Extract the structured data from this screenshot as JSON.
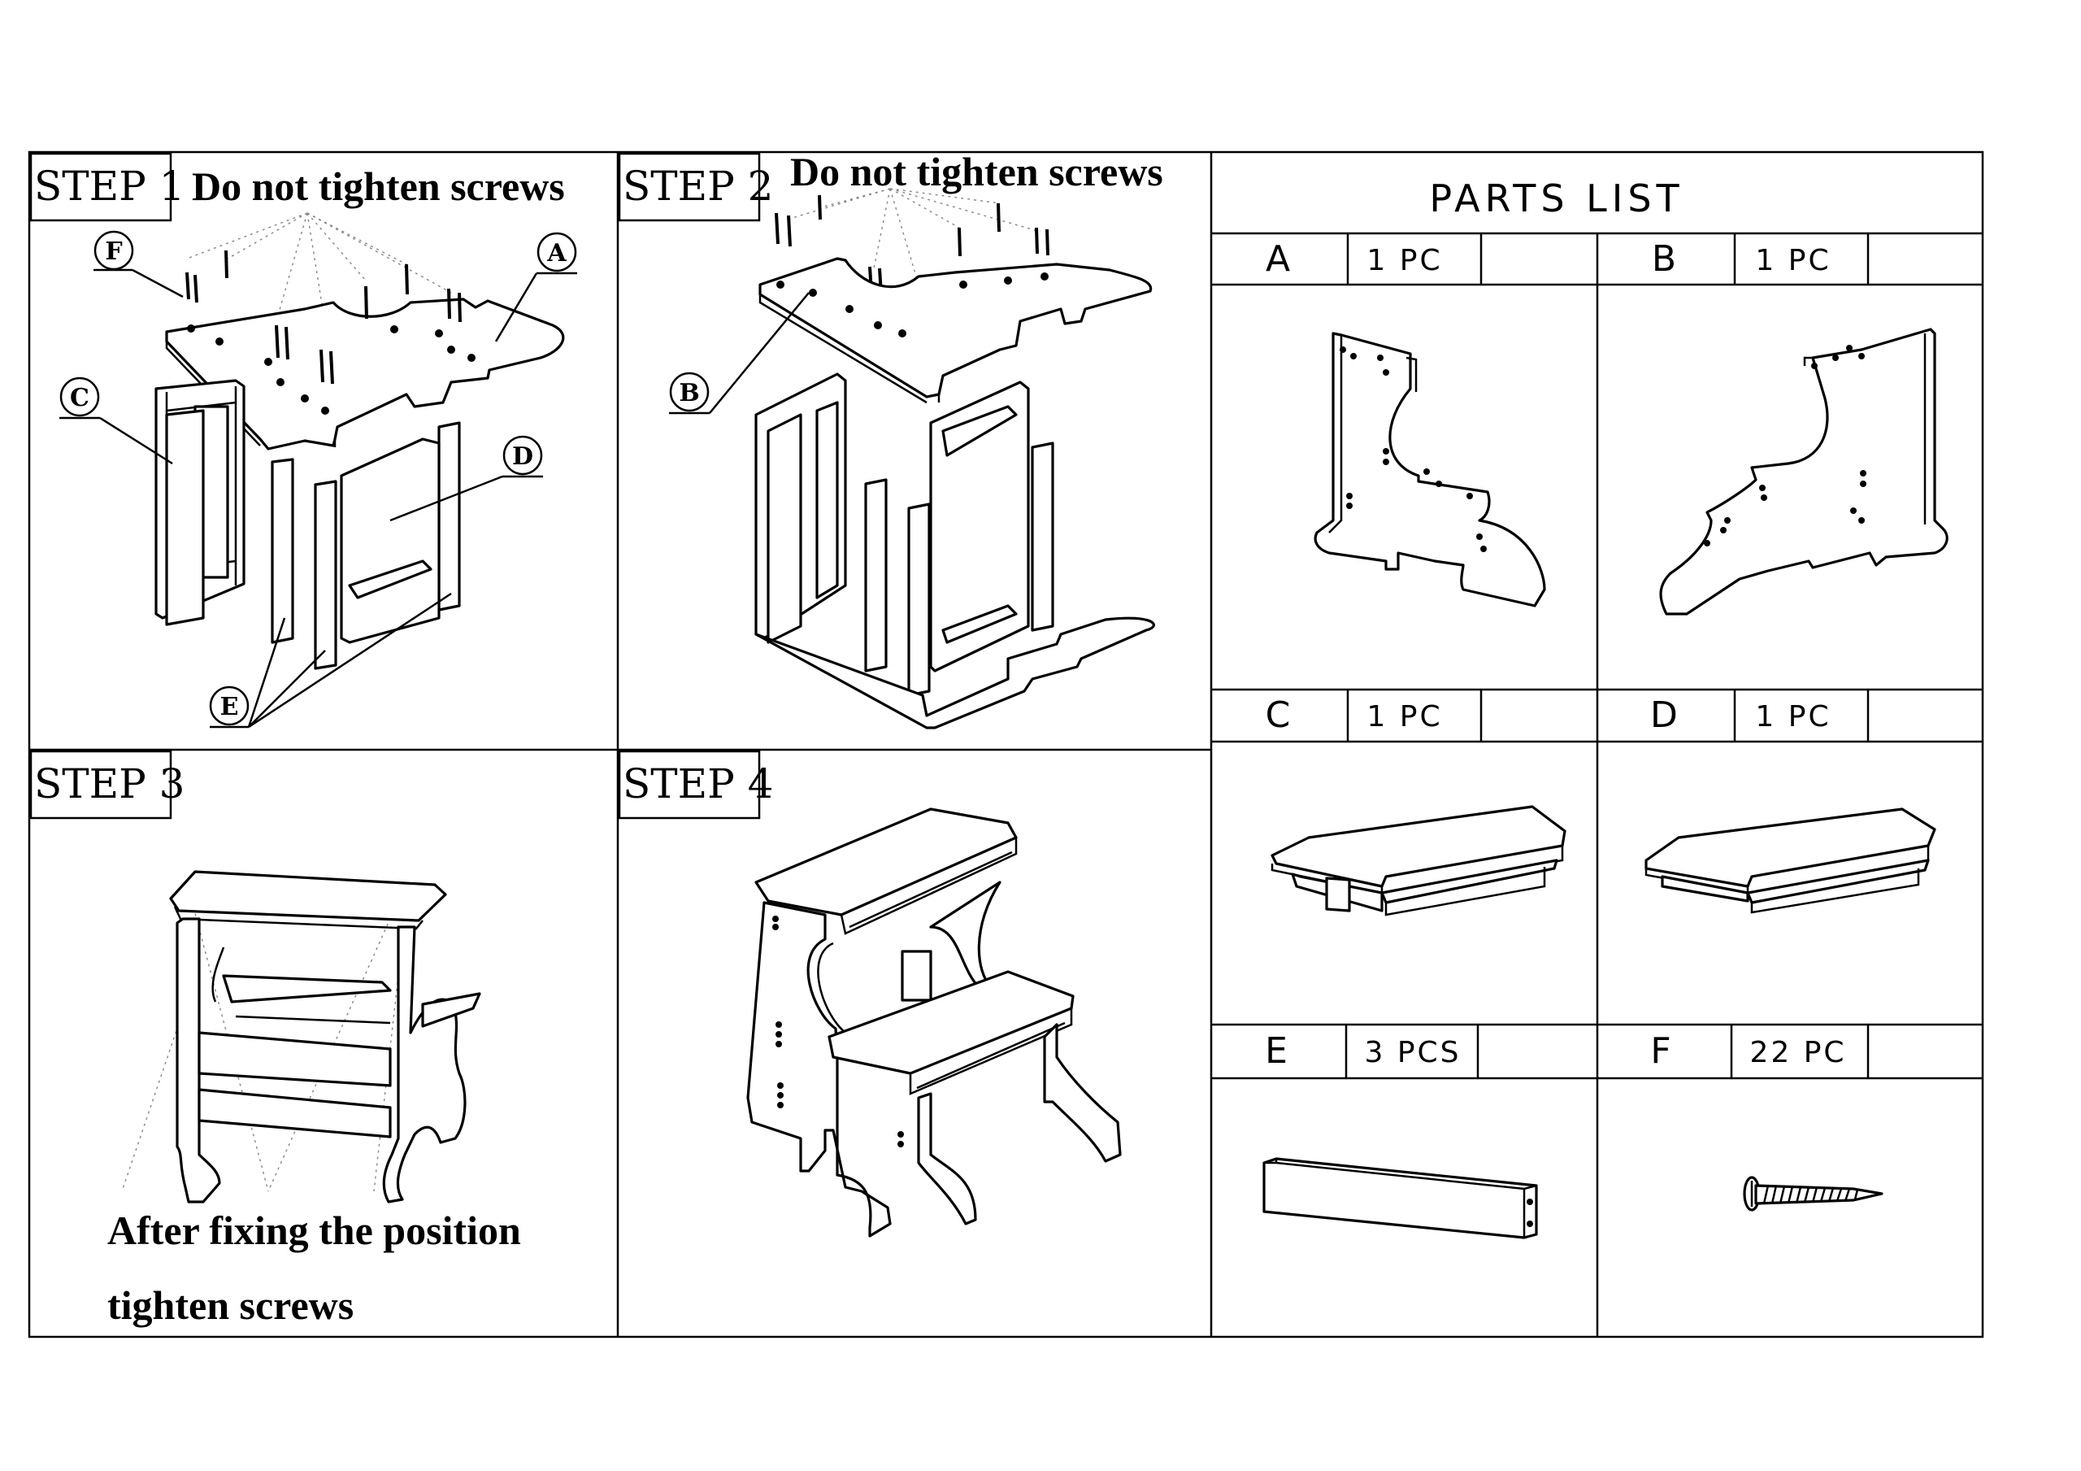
{
  "steps": [
    {
      "label": "STEP 1",
      "note": "Do not tighten screws"
    },
    {
      "label": "STEP 2",
      "note": "Do not tighten screws"
    },
    {
      "label": "STEP 3",
      "note_line1": "After fixing the position",
      "note_line2": "tighten screws"
    },
    {
      "label": "STEP 4"
    }
  ],
  "callouts": {
    "step1": [
      "F",
      "A",
      "C",
      "D",
      "E"
    ],
    "step2": [
      "B"
    ]
  },
  "parts_list": {
    "title": "PARTS LIST",
    "parts": [
      {
        "letter": "A",
        "qty": "1 PC"
      },
      {
        "letter": "B",
        "qty": "1 PC"
      },
      {
        "letter": "C",
        "qty": "1 PC"
      },
      {
        "letter": "D",
        "qty": "1 PC"
      },
      {
        "letter": "E",
        "qty": "3 PCS"
      },
      {
        "letter": "F",
        "qty": "22 PC"
      }
    ]
  }
}
